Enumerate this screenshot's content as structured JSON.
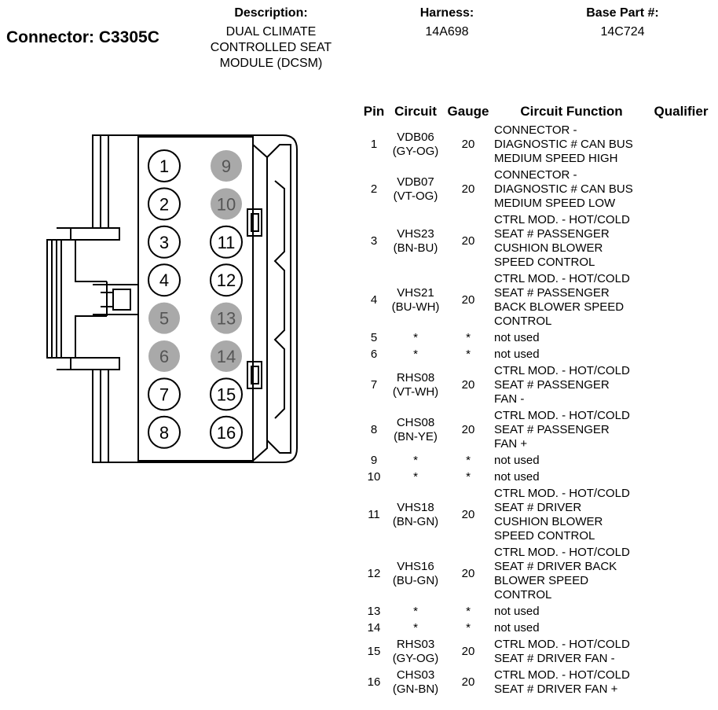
{
  "header": {
    "connector_title": "Connector: C3305C",
    "description_label": "Description:",
    "description_lines": [
      "DUAL CLIMATE",
      "CONTROLLED SEAT",
      "MODULE (DCSM)"
    ],
    "harness_label": "Harness:",
    "harness_value": "14A698",
    "base_part_label": "Base Part #:",
    "base_part_value": "14C724"
  },
  "table": {
    "columns": [
      "Pin",
      "Circuit",
      "Gauge",
      "Circuit Function",
      "Qualifier"
    ],
    "rows": [
      {
        "pin": "1",
        "circuit": [
          "VDB06",
          "(GY-OG)"
        ],
        "gauge": "20",
        "function": [
          "CONNECTOR -",
          "DIAGNOSTIC # CAN BUS",
          "MEDIUM SPEED HIGH"
        ]
      },
      {
        "pin": "2",
        "circuit": [
          "VDB07",
          "(VT-OG)"
        ],
        "gauge": "20",
        "function": [
          "CONNECTOR -",
          "DIAGNOSTIC # CAN BUS",
          "MEDIUM SPEED LOW"
        ]
      },
      {
        "pin": "3",
        "circuit": [
          "VHS23",
          "(BN-BU)"
        ],
        "gauge": "20",
        "function": [
          "CTRL MOD. - HOT/COLD",
          "SEAT # PASSENGER",
          "CUSHION BLOWER",
          "SPEED CONTROL"
        ]
      },
      {
        "pin": "4",
        "circuit": [
          "VHS21",
          "(BU-WH)"
        ],
        "gauge": "20",
        "function": [
          "CTRL MOD. - HOT/COLD",
          "SEAT # PASSENGER",
          "BACK BLOWER SPEED",
          "CONTROL"
        ]
      },
      {
        "pin": "5",
        "circuit": [
          "*"
        ],
        "gauge": "*",
        "function": [
          "not used"
        ]
      },
      {
        "pin": "6",
        "circuit": [
          "*"
        ],
        "gauge": "*",
        "function": [
          "not used"
        ]
      },
      {
        "pin": "7",
        "circuit": [
          "RHS08",
          "(VT-WH)"
        ],
        "gauge": "20",
        "function": [
          "CTRL MOD. - HOT/COLD",
          "SEAT # PASSENGER",
          "FAN -"
        ]
      },
      {
        "pin": "8",
        "circuit": [
          "CHS08",
          "(BN-YE)"
        ],
        "gauge": "20",
        "function": [
          "CTRL MOD. - HOT/COLD",
          "SEAT # PASSENGER",
          "FAN +"
        ]
      },
      {
        "pin": "9",
        "circuit": [
          "*"
        ],
        "gauge": "*",
        "function": [
          "not used"
        ]
      },
      {
        "pin": "10",
        "circuit": [
          "*"
        ],
        "gauge": "*",
        "function": [
          "not used"
        ]
      },
      {
        "pin": "11",
        "circuit": [
          "VHS18",
          "(BN-GN)"
        ],
        "gauge": "20",
        "function": [
          "CTRL MOD. - HOT/COLD",
          "SEAT # DRIVER",
          "CUSHION BLOWER",
          "SPEED CONTROL"
        ]
      },
      {
        "pin": "12",
        "circuit": [
          "VHS16",
          "(BU-GN)"
        ],
        "gauge": "20",
        "function": [
          "CTRL MOD. - HOT/COLD",
          "SEAT # DRIVER BACK",
          "BLOWER SPEED",
          "CONTROL"
        ]
      },
      {
        "pin": "13",
        "circuit": [
          "*"
        ],
        "gauge": "*",
        "function": [
          "not used"
        ]
      },
      {
        "pin": "14",
        "circuit": [
          "*"
        ],
        "gauge": "*",
        "function": [
          "not used"
        ]
      },
      {
        "pin": "15",
        "circuit": [
          "RHS03",
          "(GY-OG)"
        ],
        "gauge": "20",
        "function": [
          "CTRL MOD. - HOT/COLD",
          "SEAT # DRIVER FAN -"
        ]
      },
      {
        "pin": "16",
        "circuit": [
          "CHS03",
          "(GN-BN)"
        ],
        "gauge": "20",
        "function": [
          "CTRL MOD. - HOT/COLD",
          "SEAT # DRIVER FAN +"
        ]
      }
    ]
  },
  "diagram": {
    "left_column_pins": [
      "1",
      "2",
      "3",
      "4",
      "5",
      "6",
      "7",
      "8"
    ],
    "right_column_pins": [
      "9",
      "10",
      "11",
      "12",
      "13",
      "14",
      "15",
      "16"
    ],
    "unused_pins": [
      "5",
      "6",
      "9",
      "10",
      "13",
      "14"
    ],
    "colors": {
      "used_fill": "#ffffff",
      "unused_fill": "#a9a9a9",
      "unused_text": "#555555",
      "outline": "#000000"
    }
  }
}
